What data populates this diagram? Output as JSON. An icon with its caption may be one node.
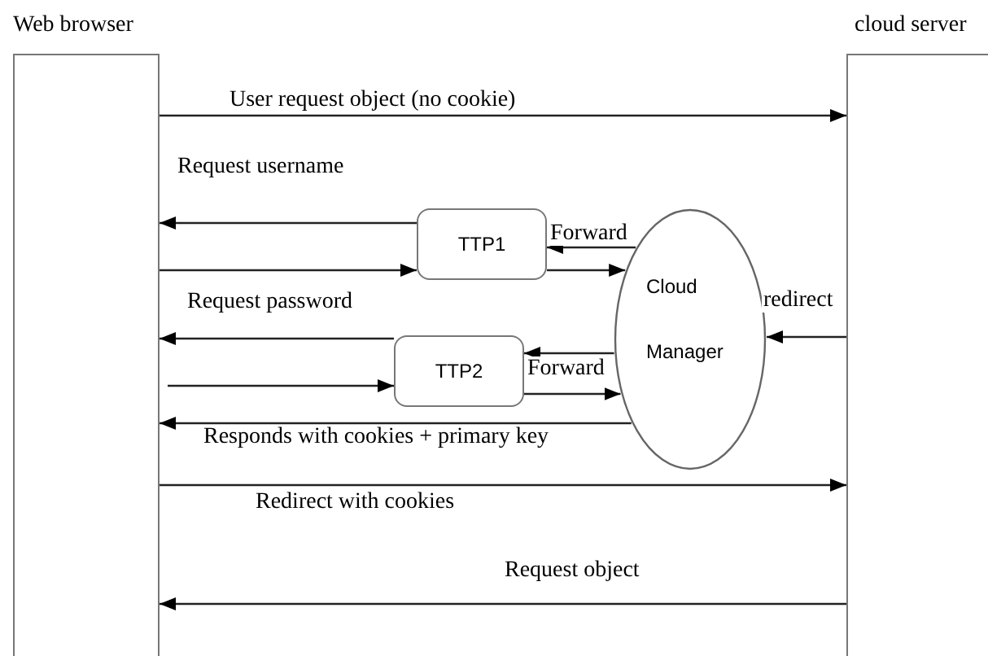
{
  "diagram": {
    "nodes": [
      {
        "text": [
          "Web browser"
        ]
      },
      {
        "text": [
          "cloud server"
        ]
      },
      {
        "text": [
          "TTP1"
        ]
      },
      {
        "text": [
          "Cloud Manager"
        ]
      },
      {
        "text": [
          "TTP2"
        ]
      }
    ],
    "edges": [
      {
        "from": 0,
        "to": 1,
        "arrow": "to",
        "label": "User request object (no cookie)"
      },
      {
        "from": 2,
        "to": 0,
        "arrow": "to",
        "label": "Request username"
      },
      {
        "from": 0,
        "to": 2,
        "arrow": "to"
      },
      {
        "from": 3,
        "to": 2,
        "arrow": "to",
        "label": "Forward"
      },
      {
        "from": 2,
        "to": 3,
        "arrow": "to"
      },
      {
        "from": 1,
        "to": 3,
        "arrow": "to",
        "label": "redirect"
      },
      {
        "from": 4,
        "to": 0,
        "arrow": "to",
        "label": "Request password"
      },
      {
        "from": 0,
        "to": 4,
        "arrow": "to"
      },
      {
        "from": 3,
        "to": 4,
        "arrow": "to",
        "label": "Forward"
      },
      {
        "from": 4,
        "to": 3,
        "arrow": "to"
      },
      {
        "from": 3,
        "to": 0,
        "arrow": "to",
        "label": "Responds with cookies + primary key"
      },
      {
        "from": 0,
        "to": 1,
        "arrow": "to",
        "label": "Redirect with cookies"
      },
      {
        "from": 1,
        "to": 0,
        "arrow": "to",
        "label": "Request object"
      }
    ]
  }
}
